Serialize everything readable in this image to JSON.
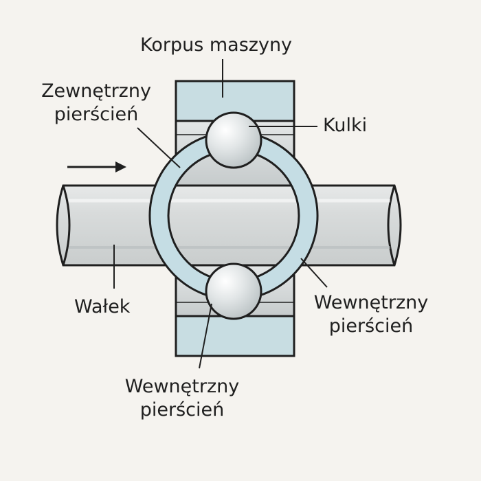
{
  "labels": {
    "housing": "Korpus maszyny",
    "outer_ring": {
      "line1": "Zewnętrzny",
      "line2": "pierścień"
    },
    "balls": "Kulki",
    "shaft": "Wałek",
    "inner_ring_right": {
      "line1": "Wewnętrzny",
      "line2": "pierścień"
    },
    "inner_ring_bottom": {
      "line1": "Wewnętrzny",
      "line2": "pierścień"
    }
  },
  "colors": {
    "background": "#f5f3ef",
    "housing_fill": "#c8dde2",
    "ring_fill": "#c5dde4",
    "shaft_fill": "#d9dcdc",
    "ball_fill": "#dfe3e4",
    "outline": "#1f1f1f"
  }
}
